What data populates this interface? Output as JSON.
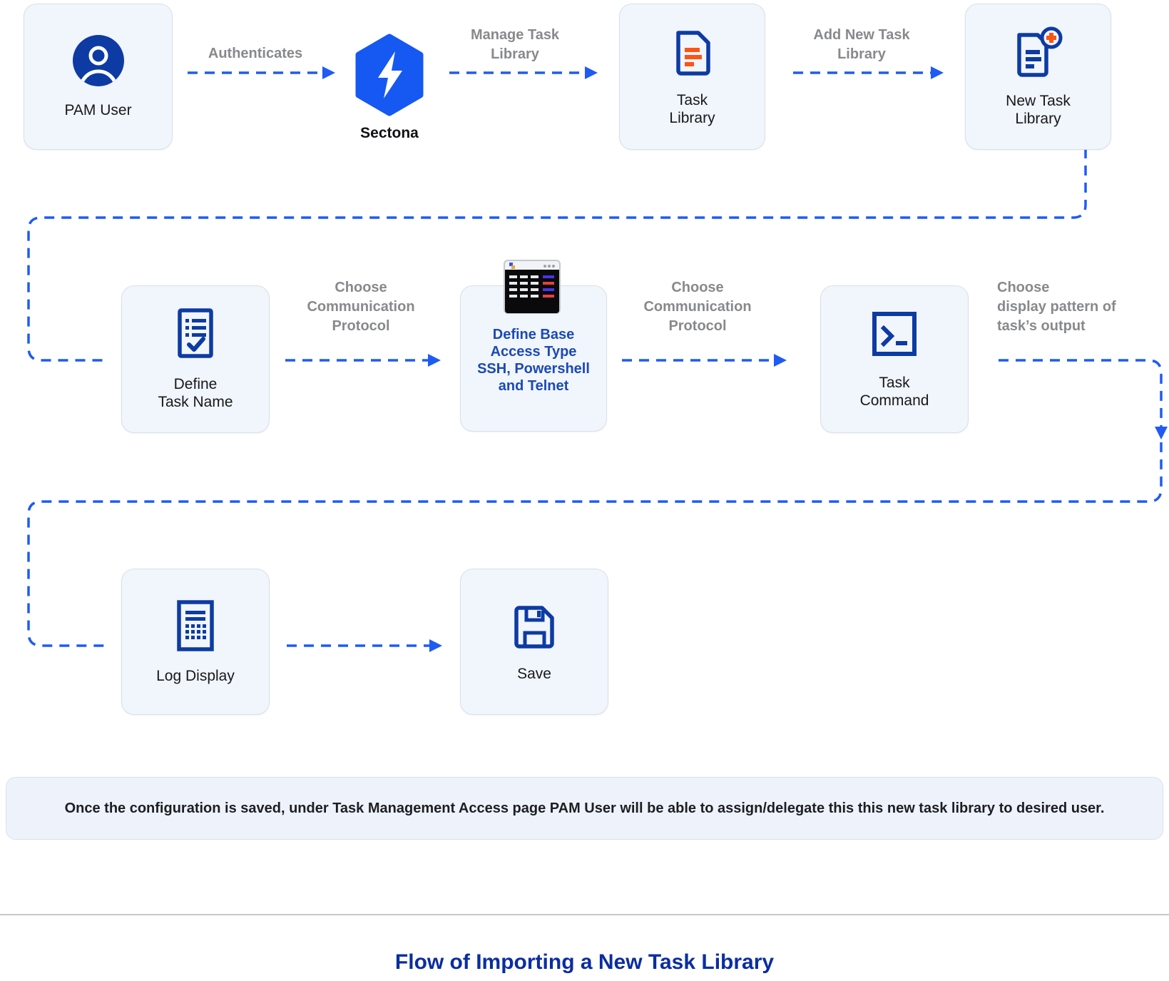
{
  "nodes": {
    "pam_user": {
      "label": "PAM User",
      "icon": "user-icon"
    },
    "sectona": {
      "label": "Sectona",
      "icon": "sectona-logo"
    },
    "task_library": {
      "label": "Task\nLibrary",
      "icon": "document-lines-icon"
    },
    "new_task_library": {
      "label": "New Task\nLibrary",
      "icon": "document-add-icon"
    },
    "define_task_name": {
      "label": "Define\nTask Name",
      "icon": "checklist-icon"
    },
    "define_base": {
      "label": "Define Base\nAccess Type\nSSH, Powershell\nand Telnet",
      "icon": "terminal-window-icon"
    },
    "task_command": {
      "label": "Task\nCommand",
      "icon": "command-prompt-icon"
    },
    "log_display": {
      "label": "Log Display",
      "icon": "log-document-icon"
    },
    "save": {
      "label": "Save",
      "icon": "floppy-disk-icon"
    }
  },
  "edges": {
    "authenticates": {
      "label": "Authenticates"
    },
    "manage_task_library": {
      "label": "Manage Task\nLibrary"
    },
    "add_new_task_library": {
      "label": "Add New Task\nLibrary"
    },
    "choose_protocol_1": {
      "label": "Choose\nCommunication\nProtocol"
    },
    "choose_protocol_2": {
      "label": "Choose\nCommunication\nProtocol"
    },
    "choose_display_pattern": {
      "label": "Choose\ndisplay pattern of\ntask’s output"
    }
  },
  "note": {
    "text": "Once the configuration is saved, under Task Management Access page PAM User will be able to assign/delegate this this new task library to desired user."
  },
  "footer": {
    "title": "Flow of Importing a New Task Library"
  },
  "colors": {
    "arrow_blue": "#1e5bf5",
    "icon_navy": "#0d3ba3",
    "accent_orange": "#fb5414",
    "brand_blue": "#1658f2",
    "node_background": "#f1f5fc",
    "label_gray": "#87898c",
    "title_blue": "#0b2da1"
  }
}
